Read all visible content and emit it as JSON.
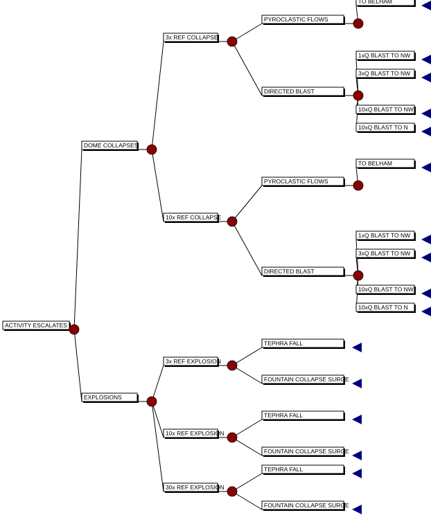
{
  "colors": {
    "chance_node": "#8b0000",
    "terminal_node": "#000080",
    "line": "#000000",
    "box_fill": "#ffffff",
    "box_shadow": "#000000"
  },
  "tree": {
    "label": "ACTIVITY ESCALATES",
    "children": [
      {
        "label": "DOME COLLAPSES",
        "children": [
          {
            "label": "3x REF COLLAPSE",
            "children": [
              {
                "label": "PYROCLASTIC FLOWS",
                "children": [
                  {
                    "label": "TO BELHAM"
                  }
                ]
              },
              {
                "label": "DIRECTED BLAST",
                "children": [
                  {
                    "label": "1xQ BLAST TO NW"
                  },
                  {
                    "label": "3xQ BLAST TO NW"
                  },
                  {
                    "label": "10xQ BLAST TO NW"
                  },
                  {
                    "label": "10xQ BLAST TO N"
                  }
                ]
              }
            ]
          },
          {
            "label": "10x REF COLLAPSE",
            "children": [
              {
                "label": "PYROCLASTIC FLOWS",
                "children": [
                  {
                    "label": "TO BELHAM"
                  }
                ]
              },
              {
                "label": "DIRECTED BLAST",
                "children": [
                  {
                    "label": "1xQ BLAST TO NW"
                  },
                  {
                    "label": "3xQ BLAST TO NW"
                  },
                  {
                    "label": "10xQ BLAST TO NW"
                  },
                  {
                    "label": "10xQ BLAST TO N"
                  }
                ]
              }
            ]
          }
        ]
      },
      {
        "label": "EXPLOSIONS",
        "children": [
          {
            "label": "3x REF EXPLOSION",
            "children": [
              {
                "label": "TEPHRA FALL"
              },
              {
                "label": "FOUNTAIN COLLAPSE SURGE"
              }
            ]
          },
          {
            "label": "10x REF EXPLOSION",
            "children": [
              {
                "label": "TEPHRA FALL"
              },
              {
                "label": "FOUNTAIN COLLAPSE SURGE"
              }
            ]
          },
          {
            "label": "30x REF EXPLOSION",
            "children": [
              {
                "label": "TEPHRA FALL"
              },
              {
                "label": "FOUNTAIN COLLAPSE SURGE"
              }
            ]
          }
        ]
      }
    ]
  }
}
